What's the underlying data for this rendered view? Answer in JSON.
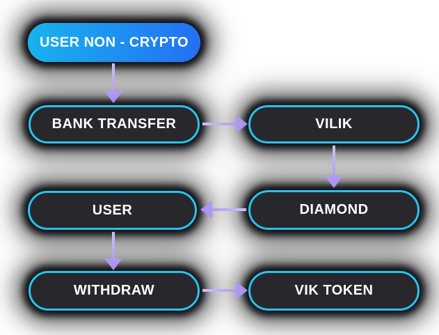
{
  "diagram": {
    "title": "token flow diagram",
    "nodes": [
      {
        "id": "user-non-crypto",
        "label": "USER NON - CRYPTO",
        "variant": "gradient"
      },
      {
        "id": "bank-transfer",
        "label": "BANK TRANSFER",
        "variant": "dark"
      },
      {
        "id": "vilik",
        "label": "VILIK",
        "variant": "dark"
      },
      {
        "id": "user",
        "label": "USER",
        "variant": "dark"
      },
      {
        "id": "diamond",
        "label": "DIAMOND",
        "variant": "dark"
      },
      {
        "id": "withdraw",
        "label": "WITHDRAW",
        "variant": "dark"
      },
      {
        "id": "vik-token",
        "label": "VIK TOKEN",
        "variant": "dark"
      }
    ],
    "edges": [
      {
        "from": "user-non-crypto",
        "to": "bank-transfer",
        "direction": "down"
      },
      {
        "from": "bank-transfer",
        "to": "vilik",
        "direction": "right"
      },
      {
        "from": "vilik",
        "to": "diamond",
        "direction": "down"
      },
      {
        "from": "diamond",
        "to": "user",
        "direction": "left"
      },
      {
        "from": "user",
        "to": "withdraw",
        "direction": "down"
      },
      {
        "from": "withdraw",
        "to": "vik-token",
        "direction": "right"
      }
    ]
  },
  "colors": {
    "background": "#ffffff",
    "pill_fill": "#28282c",
    "pill_border": "#27c3f4",
    "gradient_start": "#18b2ee",
    "gradient_end": "#2470f3",
    "arrow_start": "#cdc3f5",
    "arrow_end": "#a78cef",
    "text": "#ffffff"
  }
}
